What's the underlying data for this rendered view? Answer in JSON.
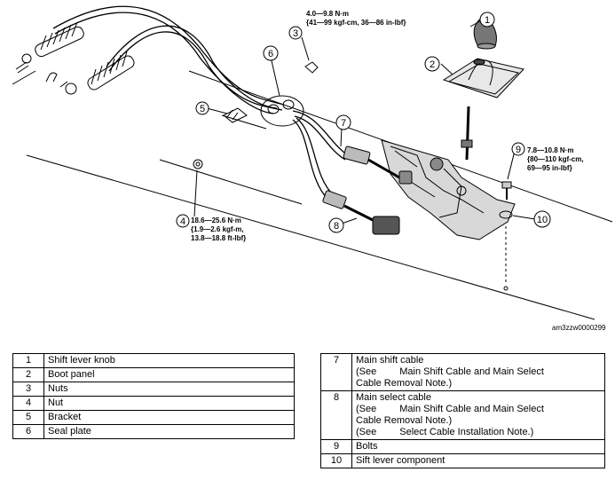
{
  "diagram": {
    "image_code": "am3zzw0000299",
    "callouts": [
      {
        "num": "1"
      },
      {
        "num": "2"
      },
      {
        "num": "3"
      },
      {
        "num": "4"
      },
      {
        "num": "5"
      },
      {
        "num": "6"
      },
      {
        "num": "7"
      },
      {
        "num": "8"
      },
      {
        "num": "9"
      },
      {
        "num": "10"
      }
    ],
    "torques": {
      "nuts_3": [
        "4.0—9.8 N·m",
        "{41—99 kgf-cm, 36—86 in-lbf}"
      ],
      "nut_4": [
        "18.6—25.6 N·m",
        "{1.9—2.6 kgf-m,",
        "13.8—18.8 ft-lbf}"
      ],
      "bolts_9": [
        "7.8—10.8 N·m",
        "{80—110 kgf-cm,",
        "69—95 in-lbf}"
      ]
    }
  },
  "legend_left": [
    {
      "num": "1",
      "text": "Shift lever knob"
    },
    {
      "num": "2",
      "text": "Boot panel"
    },
    {
      "num": "3",
      "text": "Nuts"
    },
    {
      "num": "4",
      "text": "Nut"
    },
    {
      "num": "5",
      "text": "Bracket"
    },
    {
      "num": "6",
      "text": "Seal plate"
    }
  ],
  "legend_right": [
    {
      "num": "7",
      "lines": [
        "Main shift cable",
        "(See",
        "Main Shift Cable and Main Select",
        "Cable Removal Note.)"
      ]
    },
    {
      "num": "8",
      "lines": [
        "Main select cable",
        "(See",
        "Main Shift Cable and Main Select",
        "Cable Removal Note.)",
        "(See",
        "Select Cable Installation Note.)"
      ]
    },
    {
      "num": "9",
      "lines": [
        "Bolts"
      ]
    },
    {
      "num": "10",
      "lines": [
        "Sift lever component"
      ]
    }
  ]
}
